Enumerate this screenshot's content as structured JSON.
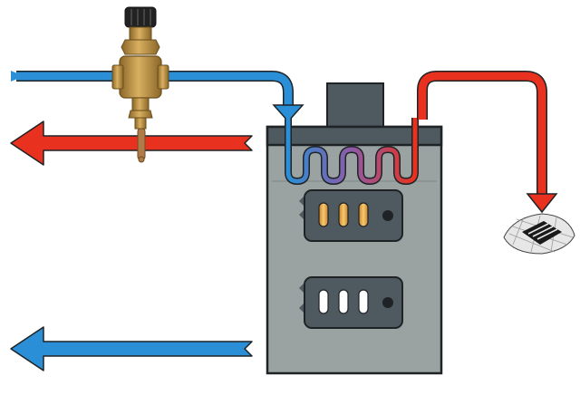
{
  "diagram": {
    "subject": "boiler-thermal-safety-valve-heat-exchanger",
    "colors": {
      "hot": "#e8321f",
      "cold": "#2a8fd6",
      "boiler_body": "#9aa3a1",
      "boiler_top": "#4f5a60",
      "outline": "#1f2326",
      "window_glow": "#f2b24a",
      "valve_brass": "#c49a4a",
      "valve_knob": "#222222",
      "background": "#ffffff"
    },
    "elements": {
      "cold_inlet_arrow": {
        "icon": "arrow-right-icon",
        "color": "cold"
      },
      "hot_outlet_arrow": {
        "icon": "arrow-left-icon",
        "color": "hot"
      },
      "cold_return_arrow": {
        "icon": "arrow-left-icon",
        "color": "cold"
      },
      "safety_valve": {
        "icon": "thermal-safety-valve-icon"
      },
      "boiler": {
        "icon": "boiler-icon",
        "windows": 2
      },
      "heat_exchanger_coil": {
        "icon": "coil-icon",
        "turns": 4
      },
      "hot_flow_pipe": {
        "icon": "arrow-down-icon",
        "color": "hot"
      },
      "drain": {
        "icon": "floor-drain-icon"
      }
    }
  }
}
